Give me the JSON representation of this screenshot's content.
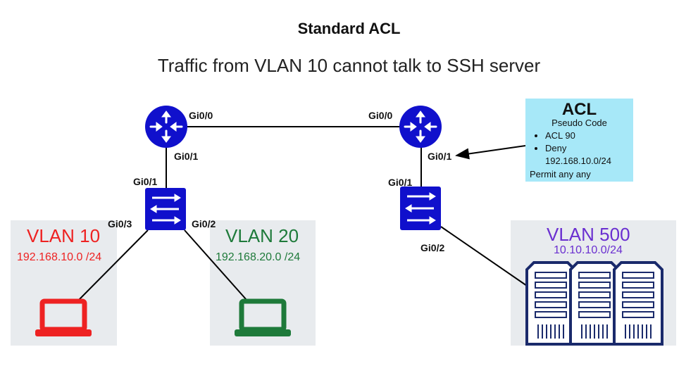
{
  "header": {
    "title": "Standard ACL",
    "subtitle": "Traffic from VLAN 10 cannot talk to SSH server"
  },
  "colors": {
    "device_blue": "#1010cc",
    "vlan10": "#ee2222",
    "vlan20": "#1e7a3a",
    "vlan500": "#6a2fd0",
    "zone_bg": "#e8ebee",
    "acl_bg": "#a7e8f8"
  },
  "ports": {
    "r1_gi00": "Gi0/0",
    "r1_gi01": "Gi0/1",
    "r2_gi00": "Gi0/0",
    "r2_gi01": "Gi0/1",
    "sw1_gi01": "Gi0/1",
    "sw1_gi03": "Gi0/3",
    "sw1_gi02": "Gi0/2",
    "sw2_gi01": "Gi0/1",
    "sw2_gi02": "Gi0/2"
  },
  "vlans": {
    "vlan10": {
      "name": "VLAN 10",
      "network": "192.168.10.0 /24"
    },
    "vlan20": {
      "name": "VLAN 20",
      "network": "192.168.20.0 /24"
    },
    "vlan500": {
      "name": "VLAN 500",
      "network": "10.10.10.0/24"
    }
  },
  "acl": {
    "title": "ACL",
    "subtitle": "Pseudo Code",
    "rules": [
      "ACL 90",
      "Deny",
      "192.168.10.0/24"
    ],
    "permit": "Permit any any"
  },
  "icons": [
    "router-icon",
    "switch-icon",
    "laptop-icon",
    "server-icon"
  ]
}
